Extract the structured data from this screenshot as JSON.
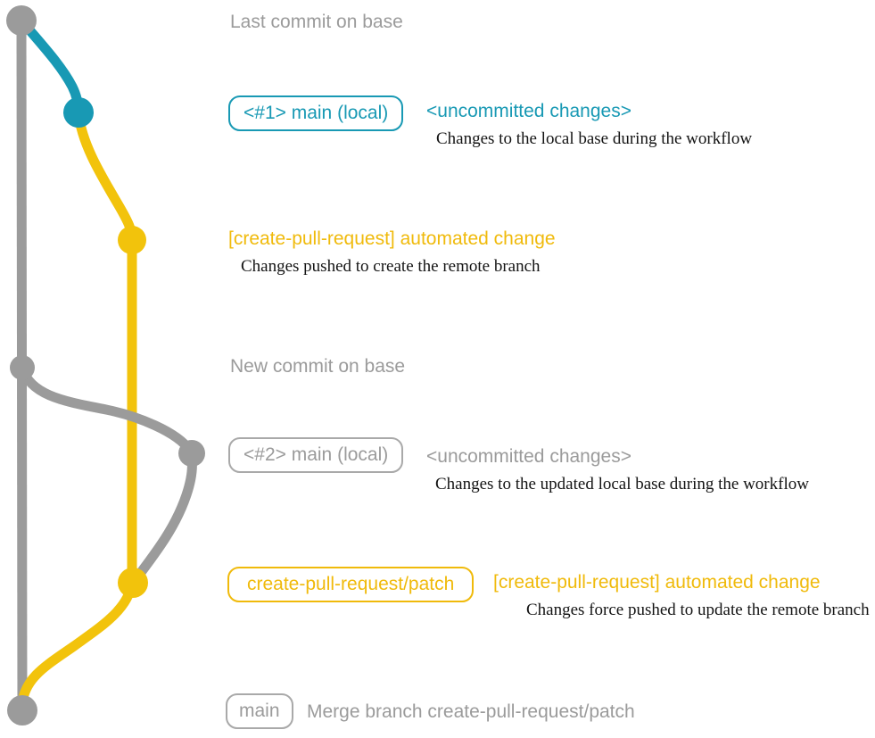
{
  "colors": {
    "background": "#ffffff",
    "gray": "#9b9b9b",
    "gray_border": "#a9a9a9",
    "teal": "#1899b4",
    "yellow_line": "#f2c30c",
    "yellow_text": "#f0ba0b",
    "desc_text": "#141414"
  },
  "rows": {
    "last_commit": {
      "title": "Last commit on base"
    },
    "main_local_1": {
      "badge": "<#1> main (local)",
      "heading": "<uncommitted changes>",
      "desc": "Changes to the local base during the workflow"
    },
    "automated_change_1": {
      "heading": "[create-pull-request] automated change",
      "desc": "Changes pushed to create the remote branch"
    },
    "new_commit": {
      "title": "New commit on base"
    },
    "main_local_2": {
      "badge": "<#2> main (local)",
      "heading": "<uncommitted changes>",
      "desc": "Changes to the updated local base during the workflow"
    },
    "automated_change_2": {
      "badge": "create-pull-request/patch",
      "heading": "[create-pull-request] automated change",
      "desc": "Changes force pushed to update the remote branch"
    },
    "merge": {
      "badge": "main",
      "title": "Merge branch create-pull-request/patch"
    }
  }
}
